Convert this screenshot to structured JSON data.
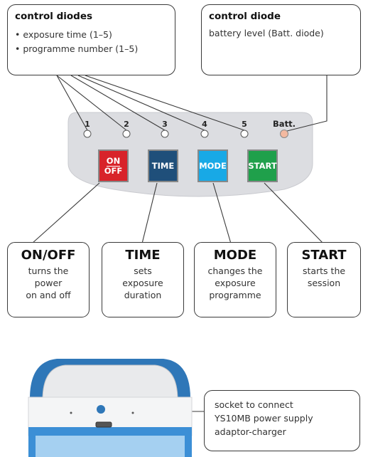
{
  "control_diodes": {
    "title": "control diodes",
    "items": [
      "• exposure time (1–5)",
      "• programme number (1–5)"
    ]
  },
  "control_diode": {
    "title": "control diode",
    "text": "battery level (Batt. diode)"
  },
  "panel": {
    "leds": [
      "1",
      "2",
      "3",
      "4",
      "5"
    ],
    "batt_label": "Batt.",
    "buttons": {
      "onoff_top": "ON",
      "onoff_bottom": "OFF",
      "time": "TIME",
      "mode": "MODE",
      "start": "START"
    }
  },
  "functions": {
    "onoff": {
      "title": "ON/OFF",
      "lines": [
        "turns the",
        "power",
        "on and off"
      ]
    },
    "time": {
      "title": "TIME",
      "lines": [
        "sets",
        "exposure",
        "duration"
      ]
    },
    "mode": {
      "title": "MODE",
      "lines": [
        "changes the",
        "exposure",
        "programme"
      ]
    },
    "start": {
      "title": "START",
      "lines": [
        "starts the",
        "session"
      ]
    }
  },
  "socket": {
    "lines": [
      "socket to connect",
      "YS10MB power supply",
      "adaptor-charger"
    ]
  },
  "colors": {
    "onoff": "#d8232a",
    "time": "#1f4f7a",
    "mode": "#18a9e6",
    "start": "#1fa04b",
    "panel": "#dcdde1",
    "batt_led": "#f3b9a0"
  }
}
